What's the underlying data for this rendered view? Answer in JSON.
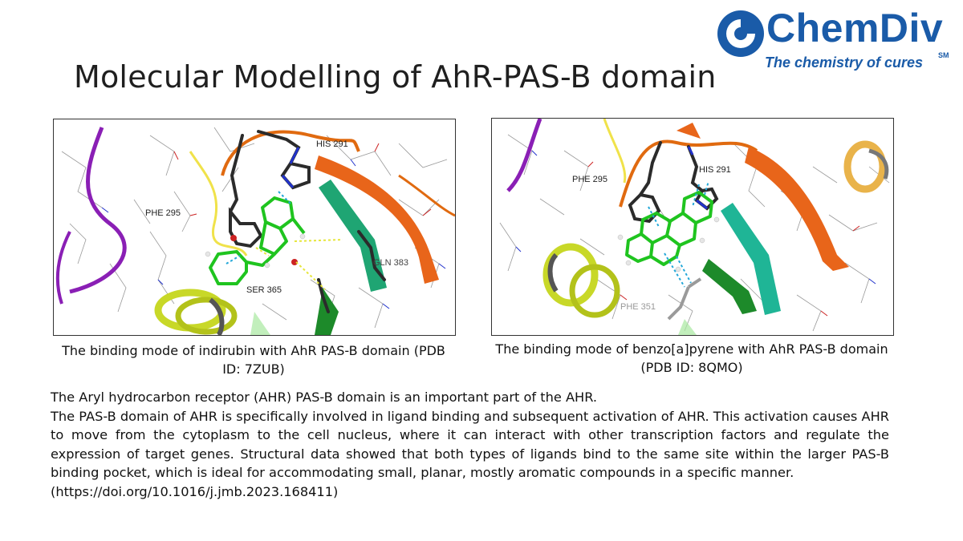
{
  "slide": {
    "title": "Molecular Modelling of AhR-PAS-B domain"
  },
  "logo": {
    "name": "ChemDiv",
    "tagline": "The chemistry of cures",
    "mark": "SM",
    "color": "#1a5ba8"
  },
  "figures": {
    "left": {
      "caption": "The binding mode of indirubin with AhR PAS-B domain (PDB ID: 7ZUB)",
      "residues": [
        "HIS 291",
        "PHE 295",
        "GLN 383",
        "SER 365"
      ]
    },
    "right": {
      "caption": "The binding mode of benzo[a]pyrene with AhR PAS-B domain (PDB ID: 8QMO)",
      "residues": [
        "PHE 295",
        "HIS 291",
        "PHE 351"
      ]
    }
  },
  "body": {
    "paragraph1": "The Aryl hydrocarbon receptor (AHR) PAS-B domain is an important part of the AHR.",
    "paragraph2": "The PAS-B domain of AHR is specifically involved in ligand binding and subsequent activation of AHR. This activation causes AHR to move from the cytoplasm to the cell nucleus, where it can interact with other transcription factors and regulate the expression of target genes. Structural data showed that both types of ligands bind to the same site within the larger PAS-B binding pocket, which is ideal for accommodating small, planar, mostly aromatic compounds in a specific manner.",
    "reference": "(https://doi.org/10.1016/j.jmb.2023.168411)"
  }
}
